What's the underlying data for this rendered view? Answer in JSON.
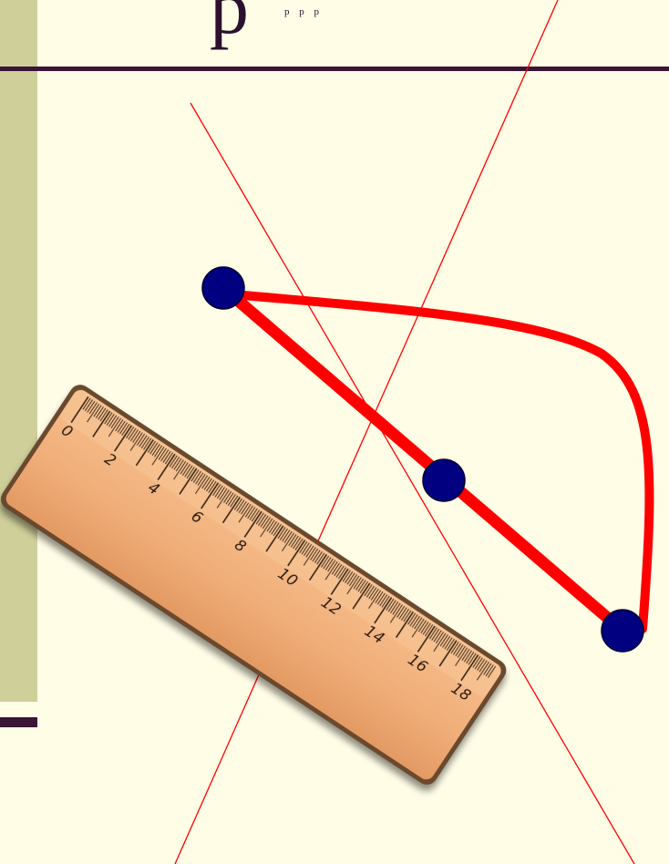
{
  "slide": {
    "title_fragment": "р",
    "title_small": "р р р"
  },
  "colors": {
    "background": "#fffde6",
    "sidebar": "#cfcf9a",
    "rule": "#3a1536",
    "construction_line": "#ff0000",
    "path": "#ff0000",
    "point": "#000080",
    "ruler_wood": "#f2b27e"
  },
  "ruler": {
    "labels": [
      "0",
      "2",
      "4",
      "6",
      "8",
      "10",
      "12",
      "14",
      "16",
      "18"
    ]
  }
}
